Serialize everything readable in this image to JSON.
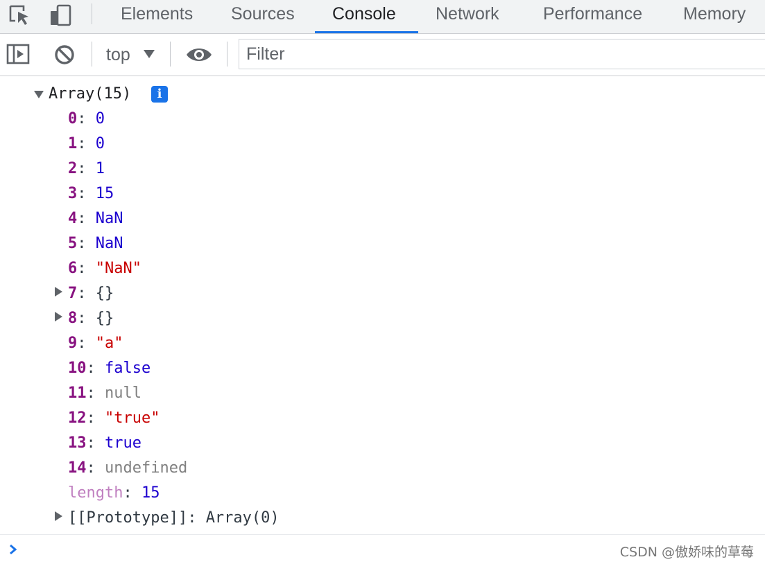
{
  "tabs": [
    {
      "label": "Elements"
    },
    {
      "label": "Sources"
    },
    {
      "label": "Console"
    },
    {
      "label": "Network"
    },
    {
      "label": "Performance"
    },
    {
      "label": "Memory"
    }
  ],
  "active_tab": "Console",
  "toolbar": {
    "context": "top",
    "filter_placeholder": "Filter"
  },
  "console": {
    "header": "Array(15)",
    "entries": [
      {
        "key": "0",
        "value": "0",
        "type": "number"
      },
      {
        "key": "1",
        "value": "0",
        "type": "number"
      },
      {
        "key": "2",
        "value": "1",
        "type": "number"
      },
      {
        "key": "3",
        "value": "15",
        "type": "number"
      },
      {
        "key": "4",
        "value": "NaN",
        "type": "number"
      },
      {
        "key": "5",
        "value": "NaN",
        "type": "number"
      },
      {
        "key": "6",
        "value": "\"NaN\"",
        "type": "string"
      },
      {
        "key": "7",
        "value": "{}",
        "type": "object"
      },
      {
        "key": "8",
        "value": "{}",
        "type": "object"
      },
      {
        "key": "9",
        "value": "\"a\"",
        "type": "string"
      },
      {
        "key": "10",
        "value": "false",
        "type": "boolean"
      },
      {
        "key": "11",
        "value": "null",
        "type": "null"
      },
      {
        "key": "12",
        "value": "\"true\"",
        "type": "string"
      },
      {
        "key": "13",
        "value": "true",
        "type": "boolean"
      },
      {
        "key": "14",
        "value": "undefined",
        "type": "undefined"
      }
    ],
    "length_key": "length",
    "length_value": "15",
    "prototype_key": "[[Prototype]]",
    "prototype_value": "Array(0)"
  },
  "watermark": "CSDN @傲娇味的草莓",
  "colors": {
    "accent": "#1a73e8",
    "key": "#881280",
    "number": "#1c00cf",
    "string": "#c80000",
    "null": "#808080"
  }
}
